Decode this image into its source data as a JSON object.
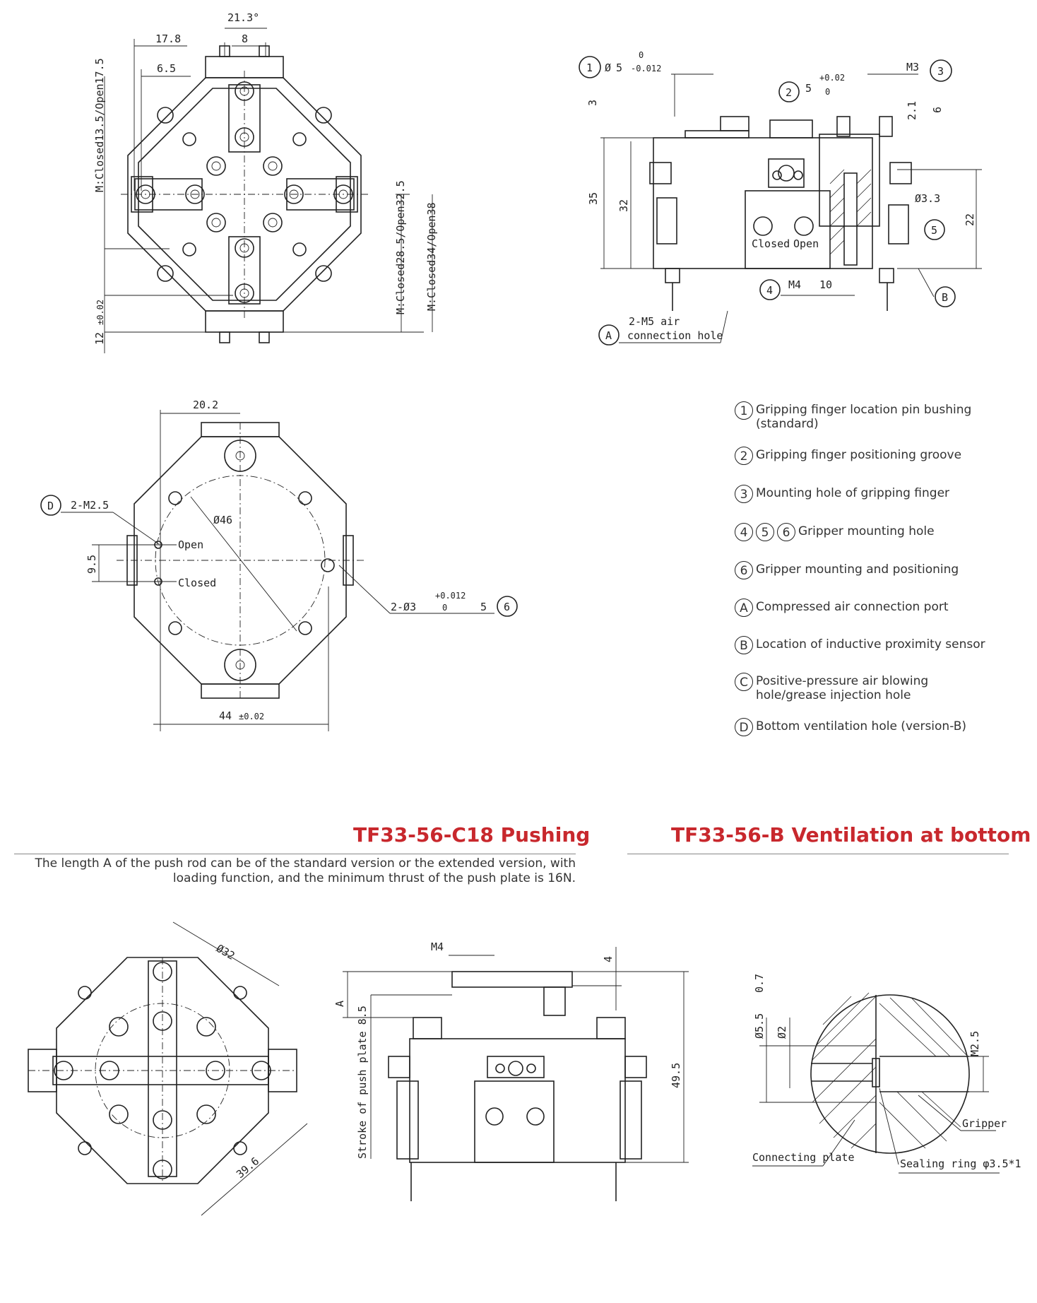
{
  "top_left_view": {
    "dims": [
      "21.3°",
      "8",
      "17.8",
      "6.5",
      "M:Closed13.5/Open17.5",
      "M:Closed28.5/Open32.5",
      "M:Closed34/Open38",
      "12",
      "±0.02"
    ]
  },
  "top_right_view": {
    "dims": [
      "0",
      "-0.012",
      "+0.02",
      "0",
      "M3",
      "3",
      "2.1",
      "6",
      "35",
      "32",
      "22",
      "Ø3.3",
      "M4",
      "10"
    ],
    "labels": {
      "d5": "5",
      "d5b": "5",
      "phi": "Ø",
      "closed": "Closed",
      "open": "Open",
      "air": "2-M5 air",
      "conn": "connection hole"
    },
    "callouts": [
      "1",
      "2",
      "3",
      "4",
      "5",
      "A",
      "B"
    ]
  },
  "bottom_view": {
    "dims": [
      "20.2",
      "Ø46",
      "9.5",
      "44",
      "±0.02",
      "+0.012",
      "0",
      "5"
    ],
    "labels": {
      "m25": "2-M2.5",
      "open": "Open",
      "closed": "Closed",
      "phi3": "2-Ø3"
    },
    "callouts": [
      "D",
      "6"
    ]
  },
  "legend": [
    {
      "badges": [
        "1"
      ],
      "text": "Gripping finger location pin bushing (standard)"
    },
    {
      "badges": [
        "2"
      ],
      "text": "Gripping finger positioning groove"
    },
    {
      "badges": [
        "3"
      ],
      "text": "Mounting hole of gripping finger"
    },
    {
      "badges": [
        "4",
        "5",
        "6"
      ],
      "text": "Gripper mounting hole"
    },
    {
      "badges": [
        "6"
      ],
      "text": "Gripper mounting and positioning"
    },
    {
      "badges": [
        "A"
      ],
      "text": "Compressed air connection port"
    },
    {
      "badges": [
        "B"
      ],
      "text": "Location of inductive proximity sensor"
    },
    {
      "badges": [
        "C"
      ],
      "text": "Positive-pressure air blowing hole/grease injection hole"
    },
    {
      "badges": [
        "D"
      ],
      "text": "Bottom ventilation hole (version-B)"
    }
  ],
  "sections": {
    "left_title": "TF33-56-C18 Pushing",
    "right_title": "TF33-56-B Ventilation at bottom",
    "note": "The length A of the push rod can be of the standard version or the extended version, with loading function, and the minimum thrust of the push plate is 16N."
  },
  "pushing_view": {
    "dims": [
      "Ø32",
      "39.6",
      "M4",
      "4",
      "A",
      "49.5"
    ],
    "labels": {
      "stroke": "Stroke of push plate 8.5"
    }
  },
  "ventilation_view": {
    "dims": [
      "Ø5.5",
      "0.7",
      "Ø2",
      "M2.5"
    ],
    "labels": {
      "gripper": "Gripper",
      "plate": "Connecting plate",
      "seal": "Sealing ring φ3.5*1"
    }
  }
}
